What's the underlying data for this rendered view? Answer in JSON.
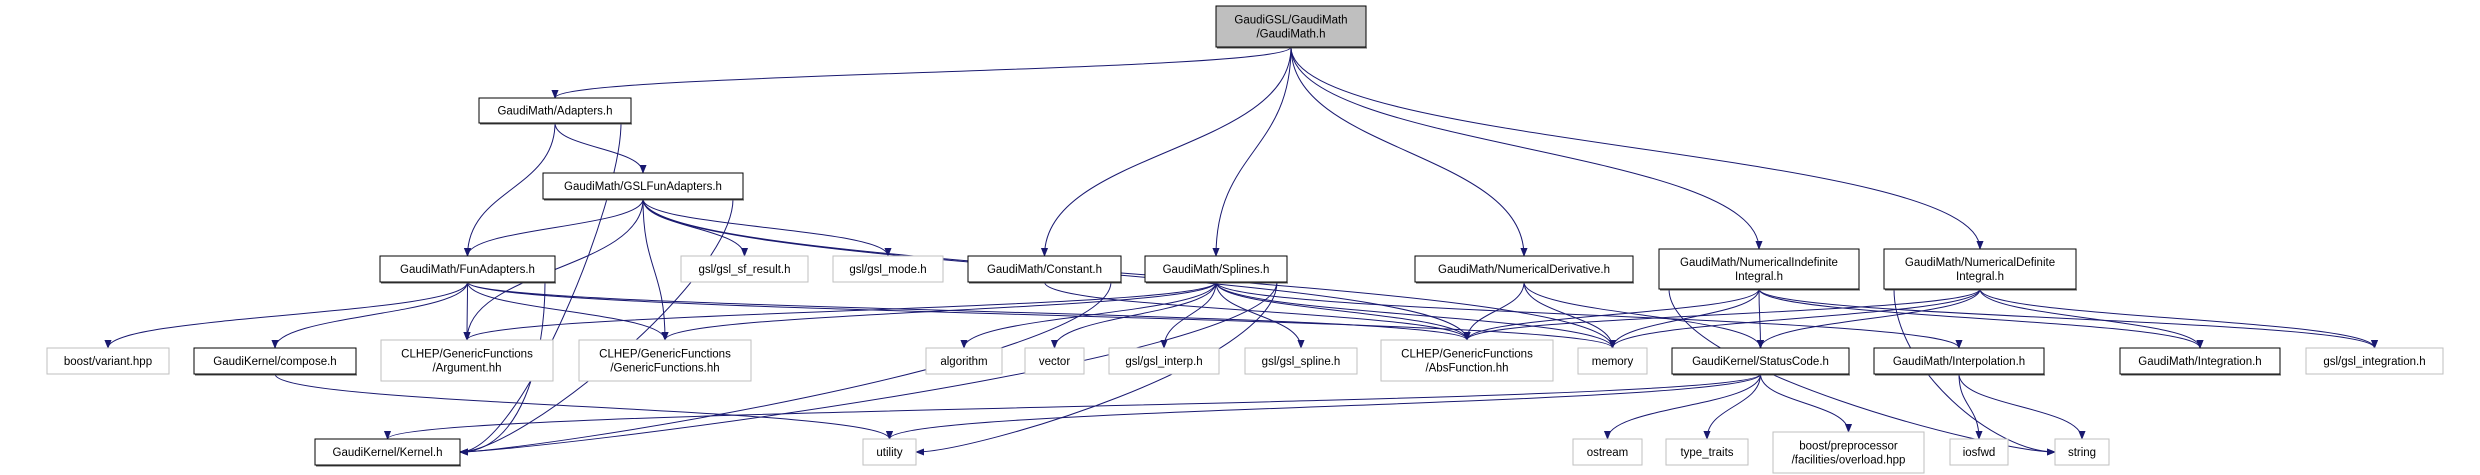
{
  "colors": {
    "edge": "#191970",
    "root_fill": "#bfbfbf",
    "documented_border": "#000000",
    "external_border": "#bfbfbf"
  },
  "nodes": [
    {
      "id": "root",
      "kind": "root",
      "lines": [
        "GaudiGSL/GaudiMath",
        "/GaudiMath.h"
      ]
    },
    {
      "id": "adapters",
      "kind": "doc",
      "lines": [
        "GaudiMath/Adapters.h"
      ]
    },
    {
      "id": "gslfun",
      "kind": "doc",
      "lines": [
        "GaudiMath/GSLFunAdapters.h"
      ]
    },
    {
      "id": "funad",
      "kind": "doc",
      "lines": [
        "GaudiMath/FunAdapters.h"
      ]
    },
    {
      "id": "sfresult",
      "kind": "ext",
      "lines": [
        "gsl/gsl_sf_result.h"
      ]
    },
    {
      "id": "gslmode",
      "kind": "ext",
      "lines": [
        "gsl/gsl_mode.h"
      ]
    },
    {
      "id": "constant",
      "kind": "doc",
      "lines": [
        "GaudiMath/Constant.h"
      ]
    },
    {
      "id": "splines",
      "kind": "doc",
      "lines": [
        "GaudiMath/Splines.h"
      ]
    },
    {
      "id": "numderiv",
      "kind": "doc",
      "lines": [
        "GaudiMath/NumericalDerivative.h"
      ]
    },
    {
      "id": "numindef",
      "kind": "doc",
      "lines": [
        "GaudiMath/NumericalIndefinite",
        "Integral.h"
      ]
    },
    {
      "id": "numdef",
      "kind": "doc",
      "lines": [
        "GaudiMath/NumericalDefinite",
        "Integral.h"
      ]
    },
    {
      "id": "variant",
      "kind": "ext",
      "lines": [
        "boost/variant.hpp"
      ]
    },
    {
      "id": "compose",
      "kind": "doc",
      "lines": [
        "GaudiKernel/compose.h"
      ]
    },
    {
      "id": "argument",
      "kind": "ext",
      "lines": [
        "CLHEP/GenericFunctions",
        "/Argument.hh"
      ]
    },
    {
      "id": "genfun",
      "kind": "ext",
      "lines": [
        "CLHEP/GenericFunctions",
        "/GenericFunctions.hh"
      ]
    },
    {
      "id": "algorithm",
      "kind": "ext",
      "lines": [
        "algorithm"
      ]
    },
    {
      "id": "vector",
      "kind": "ext",
      "lines": [
        "vector"
      ]
    },
    {
      "id": "interp",
      "kind": "ext",
      "lines": [
        "gsl/gsl_interp.h"
      ]
    },
    {
      "id": "spline",
      "kind": "ext",
      "lines": [
        "gsl/gsl_spline.h"
      ]
    },
    {
      "id": "absfun",
      "kind": "ext",
      "lines": [
        "CLHEP/GenericFunctions",
        "/AbsFunction.hh"
      ]
    },
    {
      "id": "memory",
      "kind": "ext",
      "lines": [
        "memory"
      ]
    },
    {
      "id": "statuscode",
      "kind": "doc",
      "lines": [
        "GaudiKernel/StatusCode.h"
      ]
    },
    {
      "id": "interpolation",
      "kind": "doc",
      "lines": [
        "GaudiMath/Interpolation.h"
      ]
    },
    {
      "id": "integration",
      "kind": "doc",
      "lines": [
        "GaudiMath/Integration.h"
      ]
    },
    {
      "id": "gslinteg",
      "kind": "ext",
      "lines": [
        "gsl/gsl_integration.h"
      ]
    },
    {
      "id": "kernel",
      "kind": "doc",
      "lines": [
        "GaudiKernel/Kernel.h"
      ]
    },
    {
      "id": "utility",
      "kind": "ext",
      "lines": [
        "utility"
      ]
    },
    {
      "id": "ostream",
      "kind": "ext",
      "lines": [
        "ostream"
      ]
    },
    {
      "id": "typetraits",
      "kind": "ext",
      "lines": [
        "type_traits"
      ]
    },
    {
      "id": "overload",
      "kind": "ext",
      "lines": [
        "boost/preprocessor",
        "/facilities/overload.hpp"
      ]
    },
    {
      "id": "iosfwd",
      "kind": "ext",
      "lines": [
        "iosfwd"
      ]
    },
    {
      "id": "string",
      "kind": "ext",
      "lines": [
        "string"
      ]
    }
  ],
  "edges": [
    [
      "root",
      "adapters"
    ],
    [
      "root",
      "constant"
    ],
    [
      "root",
      "splines"
    ],
    [
      "root",
      "numderiv"
    ],
    [
      "root",
      "numindef"
    ],
    [
      "root",
      "numdef"
    ],
    [
      "adapters",
      "kernel"
    ],
    [
      "adapters",
      "funad"
    ],
    [
      "adapters",
      "gslfun"
    ],
    [
      "gslfun",
      "funad"
    ],
    [
      "gslfun",
      "argument"
    ],
    [
      "gslfun",
      "genfun"
    ],
    [
      "gslfun",
      "sfresult"
    ],
    [
      "gslfun",
      "gslmode"
    ],
    [
      "gslfun",
      "kernel"
    ],
    [
      "gslfun",
      "absfun"
    ],
    [
      "gslfun",
      "memory"
    ],
    [
      "funad",
      "variant"
    ],
    [
      "funad",
      "compose"
    ],
    [
      "funad",
      "argument"
    ],
    [
      "funad",
      "genfun"
    ],
    [
      "funad",
      "kernel"
    ],
    [
      "funad",
      "absfun"
    ],
    [
      "funad",
      "memory"
    ],
    [
      "compose",
      "utility"
    ],
    [
      "constant",
      "kernel"
    ],
    [
      "constant",
      "absfun"
    ],
    [
      "splines",
      "argument"
    ],
    [
      "splines",
      "genfun"
    ],
    [
      "splines",
      "kernel"
    ],
    [
      "splines",
      "utility"
    ],
    [
      "splines",
      "algorithm"
    ],
    [
      "splines",
      "vector"
    ],
    [
      "splines",
      "interp"
    ],
    [
      "splines",
      "spline"
    ],
    [
      "splines",
      "absfun"
    ],
    [
      "splines",
      "memory"
    ],
    [
      "splines",
      "interpolation"
    ],
    [
      "numderiv",
      "absfun"
    ],
    [
      "numderiv",
      "memory"
    ],
    [
      "numderiv",
      "statuscode"
    ],
    [
      "numindef",
      "absfun"
    ],
    [
      "numindef",
      "memory"
    ],
    [
      "numindef",
      "statuscode"
    ],
    [
      "numindef",
      "integration"
    ],
    [
      "numindef",
      "gslinteg"
    ],
    [
      "numindef",
      "string"
    ],
    [
      "numdef",
      "absfun"
    ],
    [
      "numdef",
      "memory"
    ],
    [
      "numdef",
      "statuscode"
    ],
    [
      "numdef",
      "integration"
    ],
    [
      "numdef",
      "gslinteg"
    ],
    [
      "numdef",
      "string"
    ],
    [
      "statuscode",
      "kernel"
    ],
    [
      "statuscode",
      "utility"
    ],
    [
      "statuscode",
      "ostream"
    ],
    [
      "statuscode",
      "typetraits"
    ],
    [
      "statuscode",
      "overload"
    ],
    [
      "interpolation",
      "iosfwd"
    ],
    [
      "interpolation",
      "string"
    ]
  ]
}
